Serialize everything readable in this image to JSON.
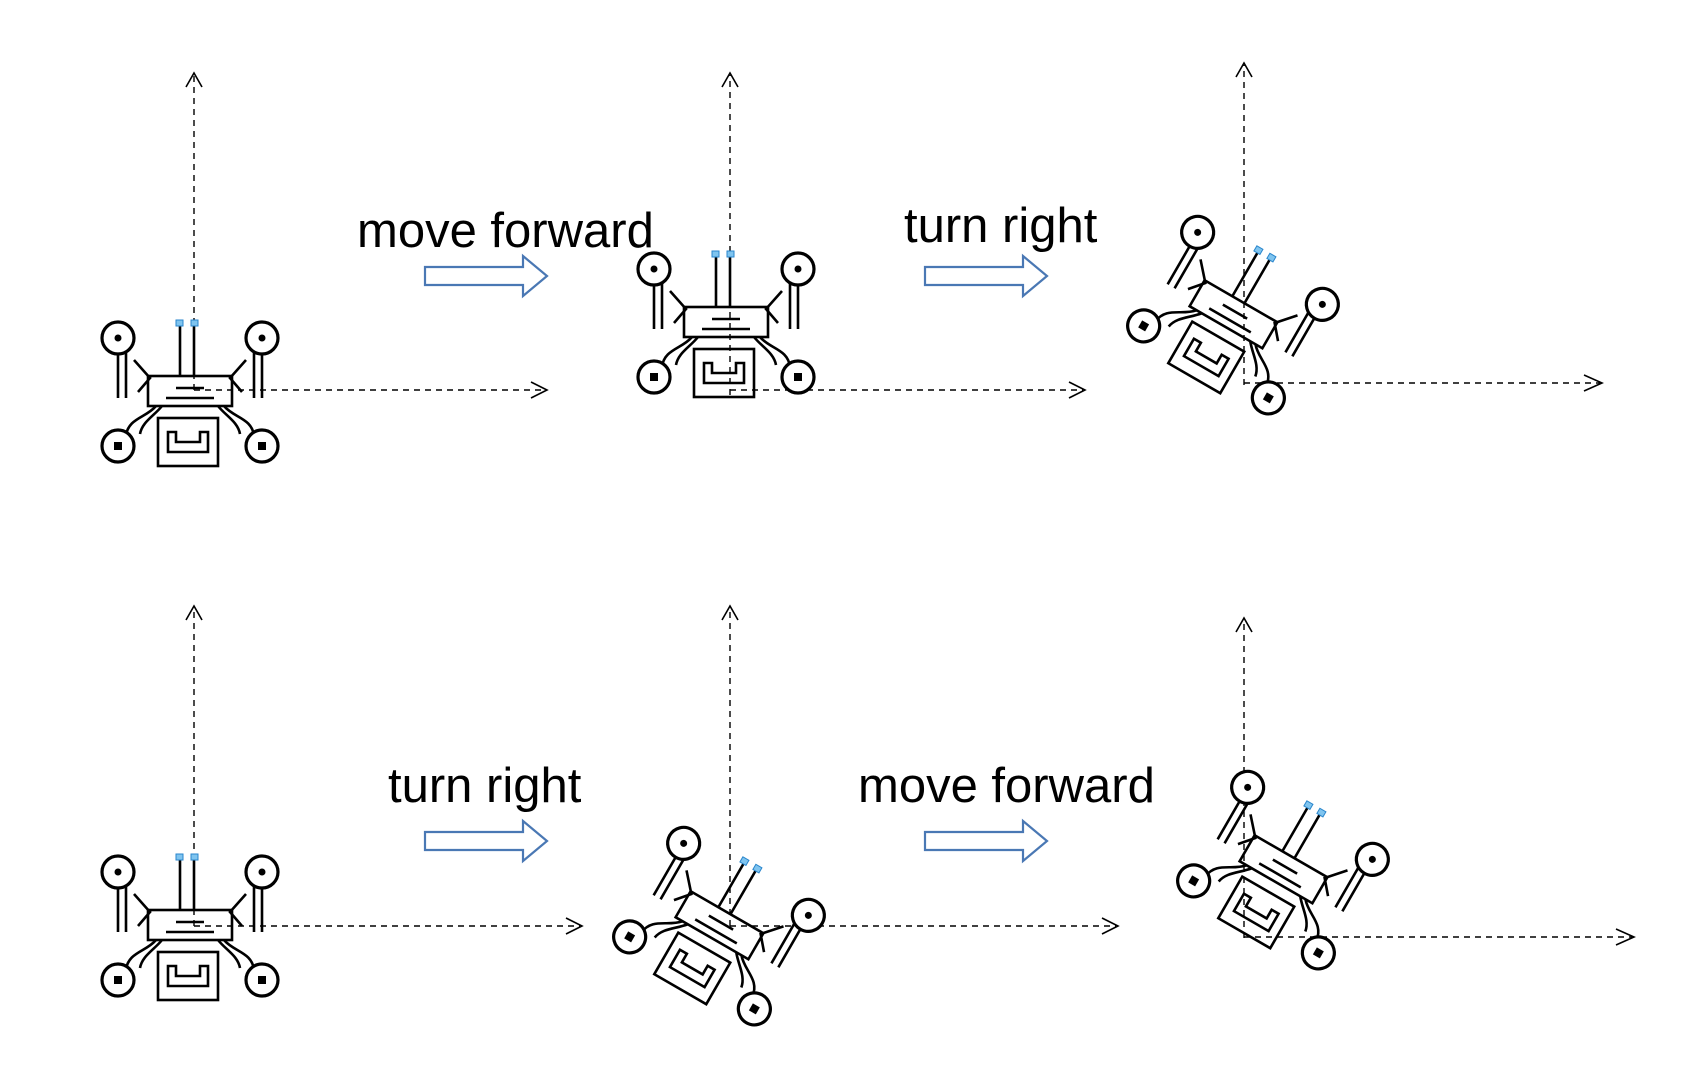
{
  "captions": {
    "row1_step1": "move forward",
    "row1_step2": "turn right",
    "row2_step1": "turn right",
    "row2_step2": "move forward"
  },
  "rows": [
    {
      "frames": [
        {
          "heading_deg": 0
        },
        {
          "heading_deg": 0
        },
        {
          "heading_deg": 30
        }
      ]
    },
    {
      "frames": [
        {
          "heading_deg": 0
        },
        {
          "heading_deg": 30
        },
        {
          "heading_deg": 30
        }
      ]
    }
  ],
  "colors": {
    "step_arrow_outline": "#4a78b4",
    "sensor": "#7fc4ef",
    "axis": "#000000"
  }
}
